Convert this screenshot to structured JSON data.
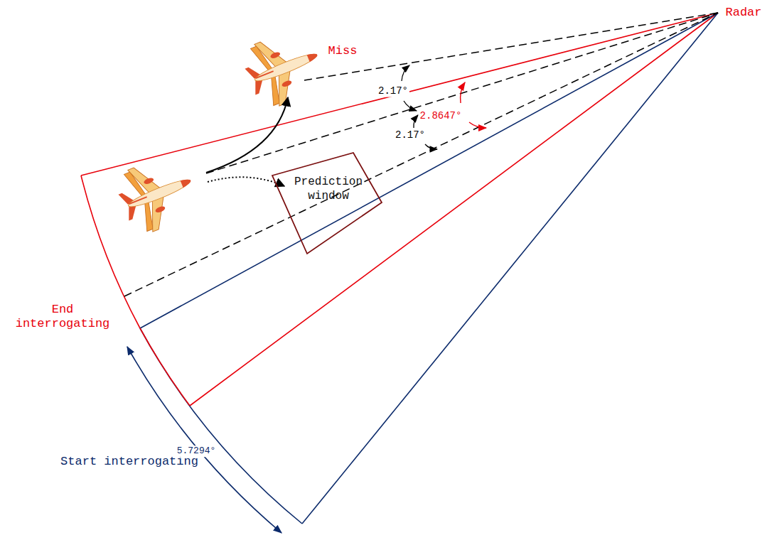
{
  "diagram": {
    "nodes": [
      {
        "text": [
          "Prediction window"
        ]
      }
    ],
    "labels": [
      "Radar",
      "Miss",
      "2.17°",
      "2.17°",
      "2.8647°",
      "End interrogating",
      "Start interrogating",
      "5.7294°"
    ]
  }
}
